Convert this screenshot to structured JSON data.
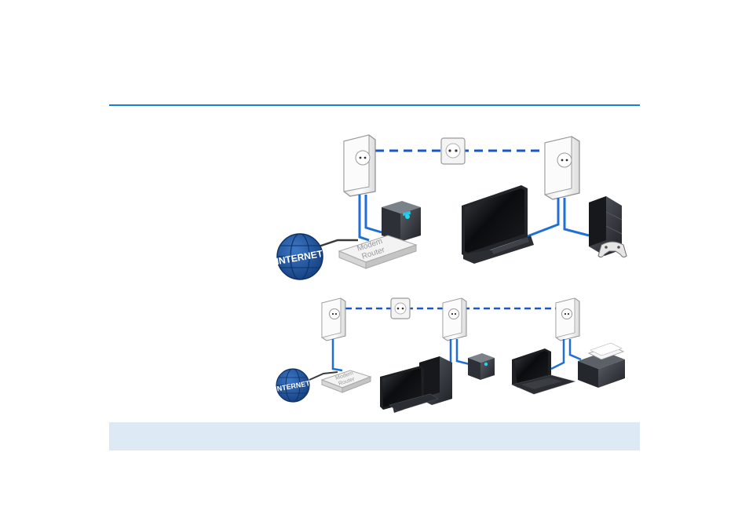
{
  "colors": {
    "accent_rule": "#1b7fd0",
    "note_bar": "#dde9f5",
    "powerline_link": "#1a56c4",
    "ethernet_cable": "#1f6fd6",
    "globe": "#1a4f9c"
  },
  "diagram_top": {
    "globe_label": "INTERNET",
    "router_label_line1": "Modem",
    "router_label_line2": "Router"
  },
  "diagram_bottom": {
    "globe_label": "INTERNET",
    "router_label_line1": "Modem",
    "router_label_line2": "Router"
  }
}
